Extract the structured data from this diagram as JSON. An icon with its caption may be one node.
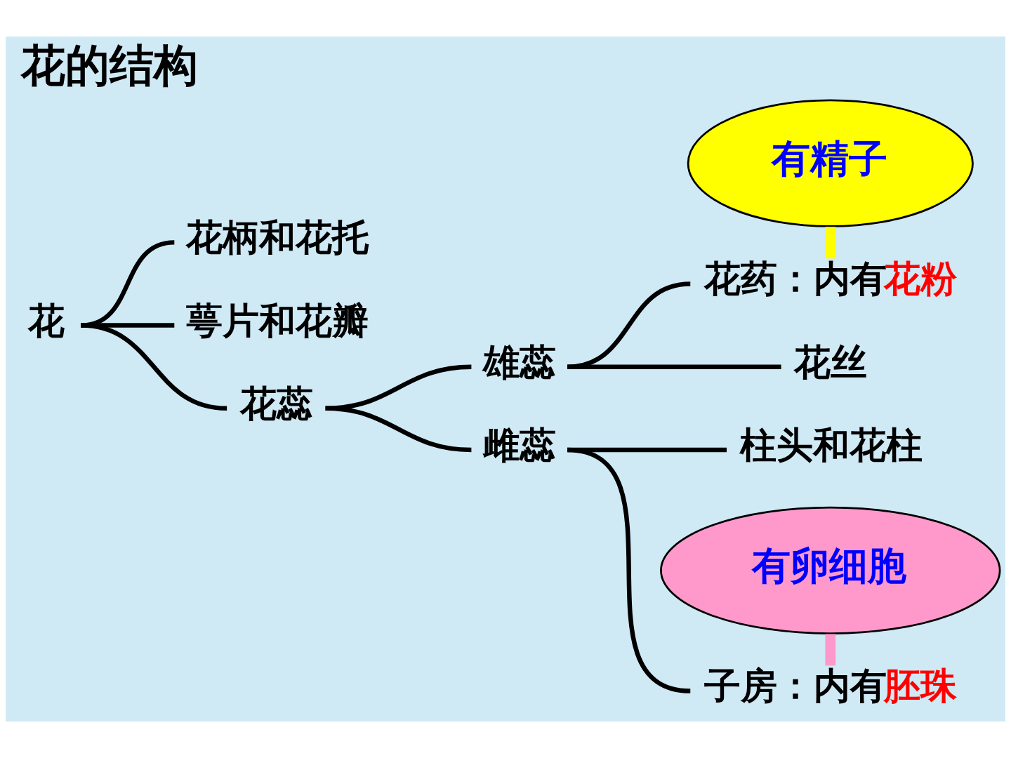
{
  "diagram": {
    "title": "花的结构",
    "nodes": [
      {
        "text": [
          "花"
        ]
      },
      {
        "text": [
          "花柄和花托"
        ]
      },
      {
        "text": [
          "萼片和花瓣"
        ]
      },
      {
        "text": [
          "花蕊"
        ]
      },
      {
        "text": [
          "雄蕊"
        ]
      },
      {
        "text": [
          "雌蕊"
        ]
      },
      {
        "text": [
          "花药：内有花粉"
        ]
      },
      {
        "text": [
          "花丝"
        ]
      },
      {
        "text": [
          "柱头和花柱"
        ]
      },
      {
        "text": [
          "子房：内有胚珠"
        ]
      },
      {
        "text": [
          "有精子"
        ]
      },
      {
        "text": [
          "有卵细胞"
        ]
      }
    ],
    "edges": [
      {
        "from": 0,
        "to": 1,
        "arrow": "none"
      },
      {
        "from": 0,
        "to": 2,
        "arrow": "none"
      },
      {
        "from": 0,
        "to": 3,
        "arrow": "none"
      },
      {
        "from": 3,
        "to": 4,
        "arrow": "none"
      },
      {
        "from": 3,
        "to": 5,
        "arrow": "none"
      },
      {
        "from": 4,
        "to": 6,
        "arrow": "none"
      },
      {
        "from": 4,
        "to": 7,
        "arrow": "none"
      },
      {
        "from": 5,
        "to": 8,
        "arrow": "none"
      },
      {
        "from": 5,
        "to": 9,
        "arrow": "none"
      },
      {
        "from": 10,
        "to": 6,
        "arrow": "none",
        "style": "thick",
        "color": "#ffff00"
      },
      {
        "from": 11,
        "to": 9,
        "arrow": "none",
        "style": "thick",
        "color": "#ff99cc"
      }
    ]
  }
}
